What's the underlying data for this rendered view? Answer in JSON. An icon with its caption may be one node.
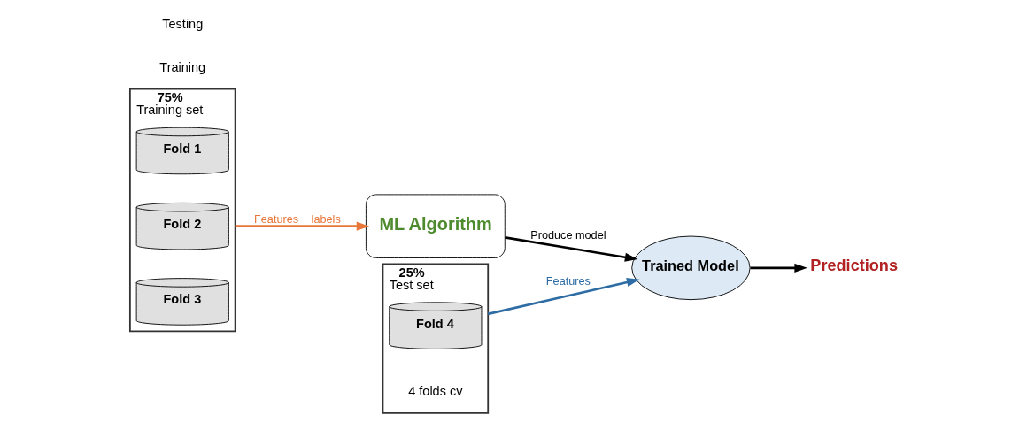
{
  "diagram": {
    "nodes": [
      {
        "text": [
          "75%",
          "Training set"
        ]
      },
      {
        "text": [
          "Fold 1"
        ],
        "in": 0
      },
      {
        "text": [
          "Fold 2"
        ],
        "in": 0
      },
      {
        "text": [
          "Fold 3"
        ],
        "in": 0
      },
      {
        "text": [
          "25%",
          "Test set"
        ],
        "beside": [
          "4 folds cv"
        ]
      },
      {
        "text": [
          "Fold 4"
        ],
        "in": 4
      },
      {
        "text": [
          "ML Algorithm"
        ]
      },
      {
        "text": [
          "Trained Model"
        ]
      },
      {
        "text": [
          "Predictions"
        ]
      }
    ],
    "edges": [
      {
        "from": 0,
        "to": 6,
        "arrow": "to",
        "label": "Features + labels",
        "color": "#e8763a"
      },
      {
        "from": 6,
        "to": 7,
        "arrow": "to",
        "label": "Produce model"
      },
      {
        "from": 4,
        "to": 7,
        "arrow": "to",
        "label": "Features",
        "color": "#2e6ca4"
      },
      {
        "from": 7,
        "to": 8,
        "arrow": "to"
      }
    ],
    "labels": [
      "Training",
      "Testing"
    ]
  }
}
